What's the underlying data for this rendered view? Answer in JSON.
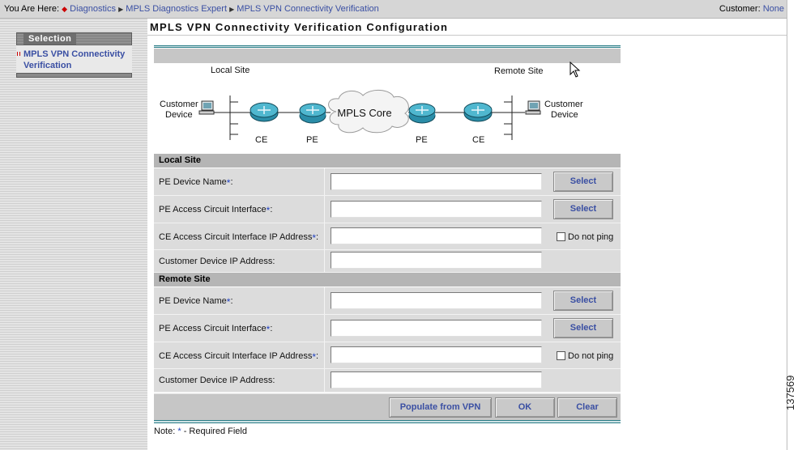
{
  "breadcrumb": {
    "prefix": "You Are Here:",
    "items": [
      "Diagnostics",
      "MPLS Diagnostics Expert",
      "MPLS VPN Connectivity Verification"
    ]
  },
  "customer": {
    "label": "Customer:",
    "value": "None"
  },
  "nav": {
    "header": "Selection",
    "item_line1": "MPLS VPN Connectivity",
    "item_line2": "Verification"
  },
  "page_title": "MPLS VPN Connectivity Verification Configuration",
  "diagram": {
    "local_site": "Local Site",
    "remote_site": "Remote Site",
    "customer_device_left_1": "Customer",
    "customer_device_left_2": "Device",
    "customer_device_right_1": "Customer",
    "customer_device_right_2": "Device",
    "ce_left": "CE",
    "pe_left": "PE",
    "core": "MPLS Core",
    "pe_right": "PE",
    "ce_right": "CE"
  },
  "local_section": {
    "title": "Local Site",
    "pe_device_name": "PE Device Name",
    "pe_access_circuit": "PE Access Circuit Interface",
    "ce_access_ip": "CE Access Circuit Interface IP Address",
    "customer_device_ip": "Customer Device IP Address:",
    "pe_device_value": "",
    "pe_access_value": "",
    "ce_access_value": "",
    "customer_ip_value": ""
  },
  "remote_section": {
    "title": "Remote Site",
    "pe_device_name": "PE Device Name",
    "pe_access_circuit": "PE Access Circuit Interface",
    "ce_access_ip": "CE Access Circuit Interface IP Address",
    "customer_device_ip": "Customer Device IP Address:",
    "pe_device_value": "",
    "pe_access_value": "",
    "ce_access_value": "",
    "customer_ip_value": ""
  },
  "required_mark": "*",
  "colon": ":",
  "select_label": "Select",
  "do_not_ping": "Do not ping",
  "buttons": {
    "populate": "Populate from VPN",
    "ok": "OK",
    "clear": "Clear"
  },
  "note": {
    "prefix": "Note:",
    "star": "*",
    "suffix": "- Required Field"
  },
  "figure_id": "137569",
  "colors": {
    "link": "#3a4fa3",
    "teal": "#2a7d87",
    "required": "#2040c0"
  }
}
